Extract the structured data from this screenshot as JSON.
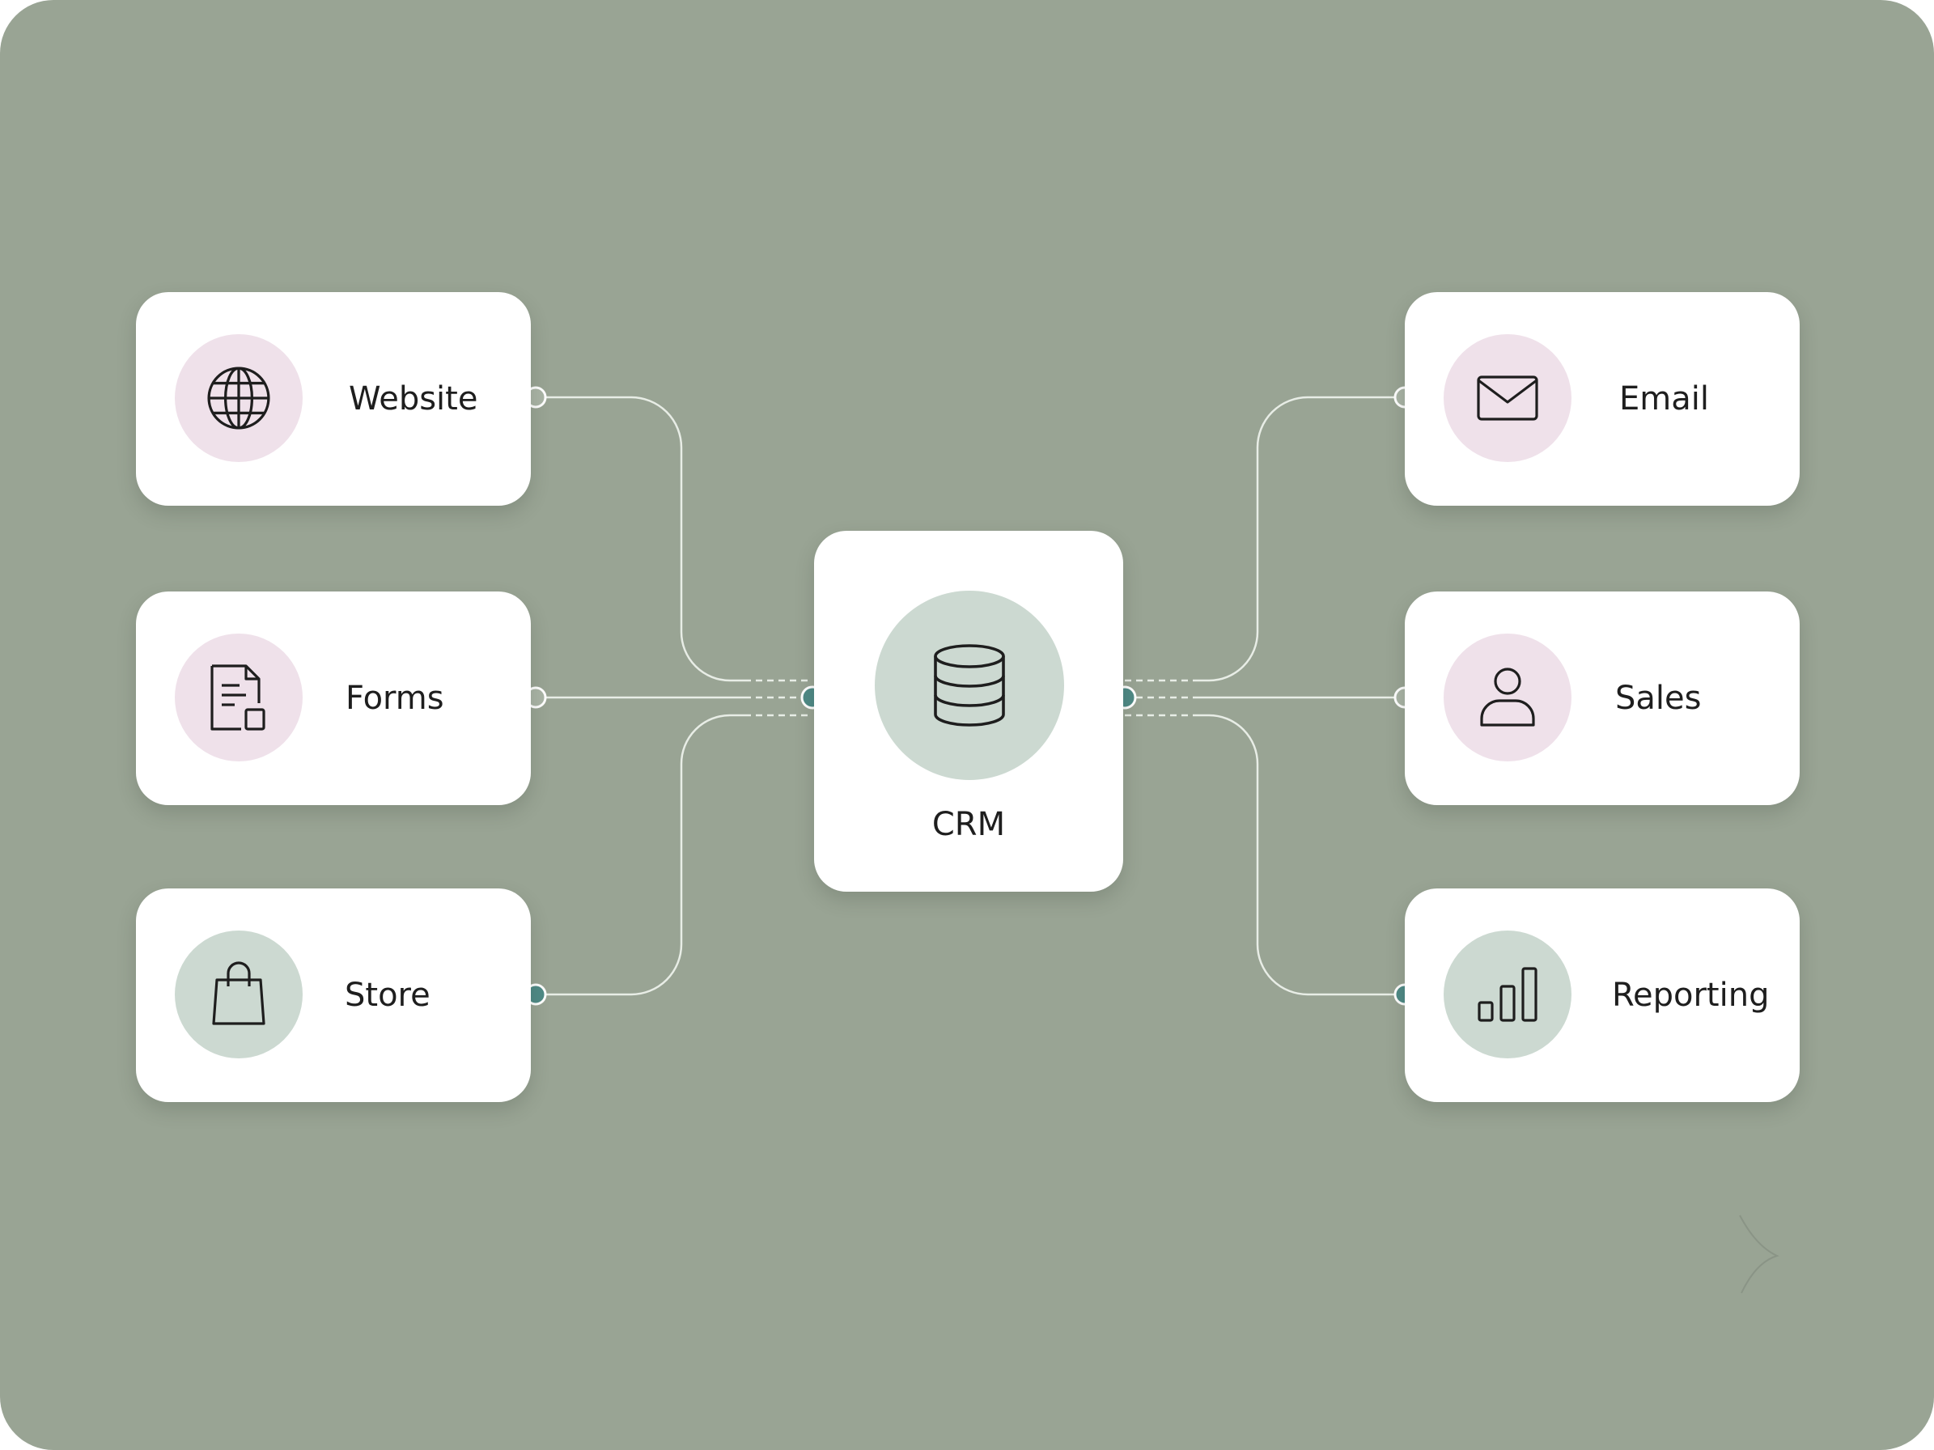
{
  "diagram": {
    "hub": {
      "label": "CRM",
      "icon": "database-icon"
    },
    "sources": [
      {
        "label": "Website",
        "icon": "globe-icon"
      },
      {
        "label": "Forms",
        "icon": "document-form-icon"
      },
      {
        "label": "Store",
        "icon": "shopping-bag-icon"
      }
    ],
    "destinations": [
      {
        "label": "Email",
        "icon": "envelope-icon"
      },
      {
        "label": "Sales",
        "icon": "person-icon"
      },
      {
        "label": "Reporting",
        "icon": "bar-chart-icon"
      }
    ]
  },
  "colors": {
    "background": "#99a494",
    "card": "#ffffff",
    "badge_pink": "#efe1ea",
    "badge_green": "#ccd9d1",
    "connector_line": "#e8ede6",
    "node_dot_teal": "#4f8a86",
    "node_dot_gray": "#aab4a6"
  }
}
